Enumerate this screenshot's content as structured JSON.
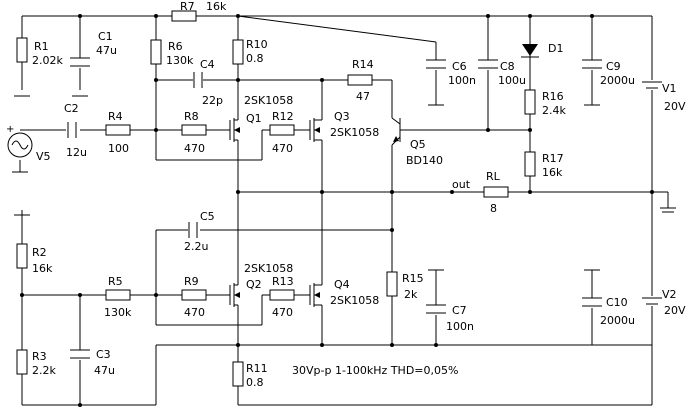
{
  "labels": {
    "r1_name": "R1",
    "r1_val": "2.02k",
    "c1_name": "C1",
    "c1_val": "47u",
    "r7_name": "R7",
    "r7_val": "16k",
    "r6_name": "R6",
    "r6_val": "130k",
    "c4_name": "C4",
    "c4_val": "22p",
    "r10_name": "R10",
    "r10_val": "0.8",
    "r14_name": "R14",
    "r14_val": "47",
    "c6_name": "C6",
    "c6_val": "100n",
    "c8_name": "C8",
    "c8_val": "100u",
    "d1_name": "D1",
    "c9_name": "C9",
    "c9_val": "2000u",
    "v1_name": "V1",
    "v1_val": "20V",
    "r16_name": "R16",
    "r16_val": "2.4k",
    "r17_name": "R17",
    "r17_val": "16k",
    "c2_name": "C2",
    "c2_val": "12u",
    "r4_name": "R4",
    "r4_val": "100",
    "r8_name": "R8",
    "r8_val": "470",
    "q1_name": "Q1",
    "q1_type": "2SK1058",
    "r12_name": "R12",
    "r12_val": "470",
    "q3_name": "Q3",
    "q3_type": "2SK1058",
    "q5_name": "Q5",
    "q5_type": "BD140",
    "v5_name": "V5",
    "out_label": "out",
    "rl_name": "RL",
    "rl_val": "8",
    "c5_name": "C5",
    "c5_val": "2.2u",
    "r2_name": "R2",
    "r2_val": "16k",
    "r5_name": "R5",
    "r5_val": "130k",
    "r9_name": "R9",
    "r9_val": "470",
    "q2_name": "Q2",
    "q2_type": "2SK1058",
    "r13_name": "R13",
    "r13_val": "470",
    "q4_name": "Q4",
    "q4_type": "2SK1058",
    "r15_name": "R15",
    "r15_val": "2k",
    "c7_name": "C7",
    "c7_val": "100n",
    "c10_name": "C10",
    "c10_val": "2000u",
    "v2_name": "V2",
    "v2_val": "20V",
    "r3_name": "R3",
    "r3_val": "2.2k",
    "c3_name": "C3",
    "c3_val": "47u",
    "r11_name": "R11",
    "r11_val": "0.8",
    "note": "30Vp-p 1-100kHz THD=0,05%"
  }
}
